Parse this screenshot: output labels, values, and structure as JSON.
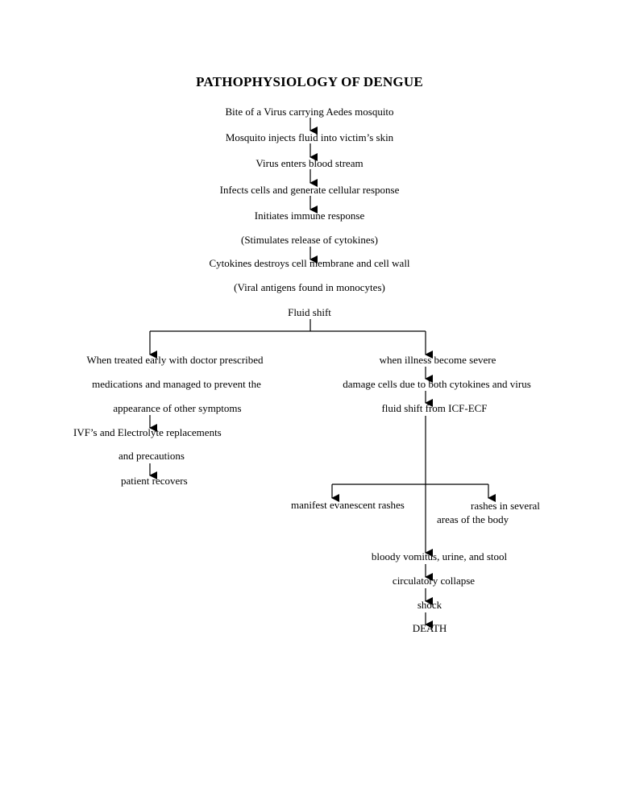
{
  "title": "PATHOPHYSIOLOGY OF DENGUE",
  "steps": {
    "bite": "Bite of a Virus carrying Aedes mosquito",
    "inject": "Mosquito injects fluid into victim’s skin",
    "enters": "Virus enters blood stream",
    "infects": "Infects cells and generate cellular response",
    "immune": "Initiates immune response",
    "cytokines_release": "(Stimulates release of cytokines)",
    "cytokines_destroy": "Cytokines destroys cell membrane and cell wall",
    "viral_antigens": "(Viral antigens found in monocytes)",
    "fluid_shift": "Fluid shift"
  },
  "left_branch": {
    "line1": "When treated early with doctor prescribed",
    "line2": "medications and managed to prevent the",
    "line3": "appearance of other symptoms",
    "ivf": "IVF’s and Electrolyte replacements",
    "precautions": "and precautions",
    "recovers": "patient recovers"
  },
  "right_branch": {
    "severe": "when illness become severe",
    "damage": "damage cells due to both cytokines and virus",
    "icf_ecf": "fluid shift from ICF-ECF",
    "rashes_left": "manifest evanescent rashes",
    "rashes_right": "rashes in several areas of the body",
    "vomitus": "bloody vomitus, urine, and stool",
    "collapse": "circulatory collapse",
    "shock": "shock",
    "death": "DEATH"
  }
}
